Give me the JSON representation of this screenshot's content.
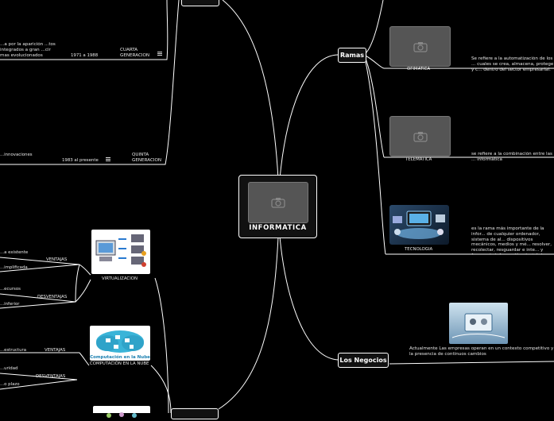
{
  "center": {
    "label": "INFORMATICA",
    "image_icon": "camera-icon"
  },
  "branches": {
    "ramas": {
      "label": "Ramas",
      "items": [
        {
          "label": "OFIMATICA",
          "description": "Se refiere a la automatización de los ... cuales se crea, almacena, protege y c... dentro del sector empresarial.",
          "image_icon": "camera-icon"
        },
        {
          "label": "TELEMATICA",
          "description": "se refiere a la combinación entre las ... informática",
          "image_icon": "camera-icon"
        },
        {
          "label": "TECNOLOGIA",
          "description": "es la rama más importante de la infor... de cualquier ordenador, sistema de al... dispositivos mecánicos, medios y mé... resolver, recolectar, resguardar e inte... y formas de información electrónica.",
          "image_icon": "technology-photo"
        }
      ]
    },
    "negocios": {
      "label": "Los Negocios",
      "description": "Actualmente Las empresas operan en un contexto competitivo y la presencia de continuos cambios",
      "image_icon": "business-photo"
    }
  },
  "generations": [
    {
      "label": "CUARTA GENERACION",
      "years": "1971 a 1988",
      "description": "...a por la aparición ...tos integrados a gran ...cir mas evolucionados"
    },
    {
      "label": "QUINTA GENERACION",
      "years": "1983 al presente",
      "description": "...innovaciones"
    }
  ],
  "virtualizacion": {
    "label": "VIRTUALIZACION",
    "ventajas": {
      "label": "VENTAJAS",
      "items": [
        "...a existente",
        "...implificada"
      ]
    },
    "desventajas": {
      "label": "DESVENTAJAS",
      "items": [
        "...ecursos",
        "...inferior"
      ]
    }
  },
  "nube": {
    "label": "COMPUTACIÓN EN LA NUBE",
    "image_caption": "Computación en la Nube",
    "ventajas": {
      "label": "VENTAJAS",
      "items": [
        "...estructura"
      ]
    },
    "desventajas": {
      "label": "DESVENTAJAS",
      "items": [
        "...uridad",
        "...o plazo"
      ]
    }
  }
}
